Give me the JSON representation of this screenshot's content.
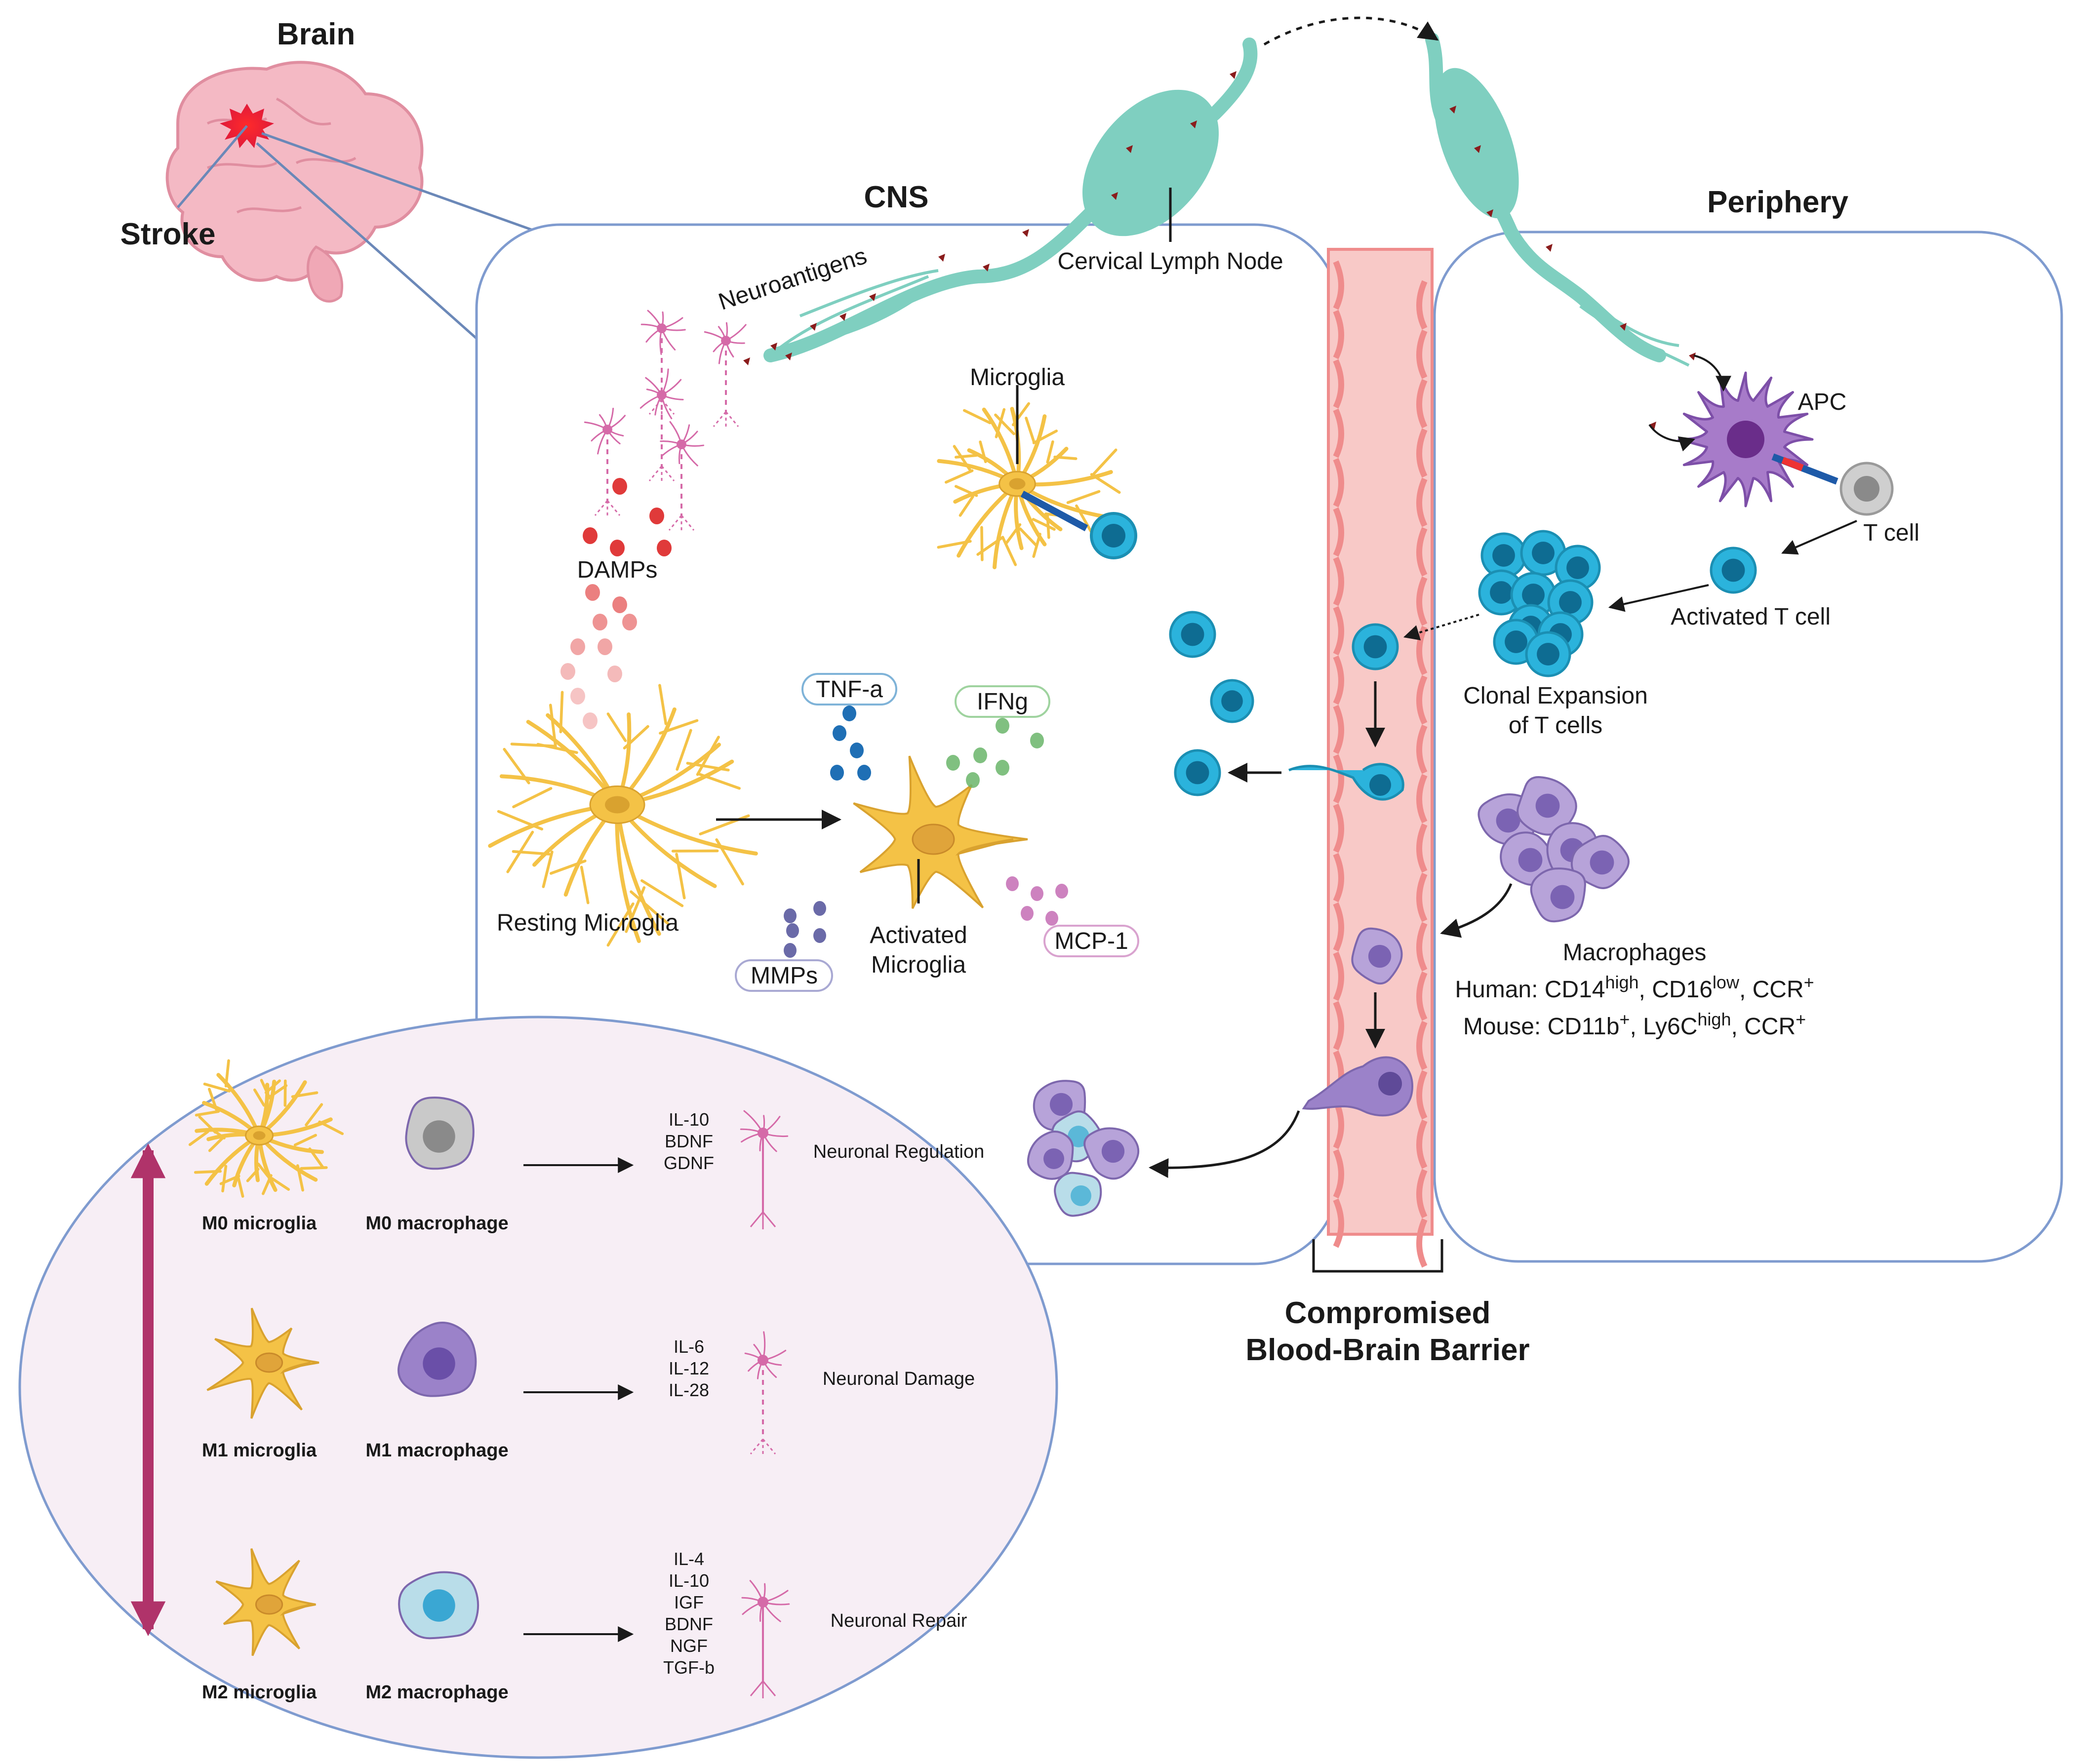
{
  "brain": {
    "title": "Brain",
    "stroke": "Stroke"
  },
  "regions": {
    "cns": "CNS",
    "periphery": "Periphery"
  },
  "lymph": {
    "node": "Cervical Lymph Node",
    "neuroantigens": "Neuroantigens"
  },
  "cns_labels": {
    "microglia": "Microglia",
    "damps": "DAMPs",
    "resting": "Resting Microglia",
    "activated_l1": "Activated",
    "activated_l2": "Microglia"
  },
  "cytokines": {
    "tnf": "TNF-a",
    "ifng": "IFNg",
    "mmps": "MMPs",
    "mcp1": "MCP-1"
  },
  "periphery_labels": {
    "apc": "APC",
    "tcell": "T cell",
    "activated_tcell": "Activated T cell",
    "clonal_l1": "Clonal Expansion",
    "clonal_l2": "of T cells",
    "macrophages": "Macrophages",
    "human_prefix": "Human: CD14",
    "human_sup1": "high",
    "human_mid": ", CD16",
    "human_sup2": "low",
    "human_end": ", CCR",
    "human_sup3": "+",
    "mouse_prefix": "Mouse: CD11b",
    "mouse_sup1": "+",
    "mouse_mid": ", Ly6C",
    "mouse_sup2": "high",
    "mouse_end": ", CCR",
    "mouse_sup3": "+"
  },
  "bbb": {
    "line1": "Compromised",
    "line2": "Blood-Brain Barrier"
  },
  "phenotypes": {
    "rows": [
      {
        "microglia": "M0 microglia",
        "macrophage": "M0 macrophage",
        "factors": [
          "IL-10",
          "BDNF",
          "GDNF"
        ],
        "outcome": "Neuronal Regulation"
      },
      {
        "microglia": "M1 microglia",
        "macrophage": "M1 macrophage",
        "factors": [
          "IL-6",
          "IL-12",
          "IL-28"
        ],
        "outcome": "Neuronal Damage"
      },
      {
        "microglia": "M2 microglia",
        "macrophage": "M2  macrophage",
        "factors": [
          "IL-4",
          "IL-10",
          "IGF",
          "BDNF",
          "NGF",
          "TGF-b"
        ],
        "outcome": "Neuronal Repair"
      }
    ]
  },
  "colors": {
    "panel_border": "#7f9bcf",
    "inset_fill": "#f7eef5",
    "vessel_fill": "#f8c9c7",
    "vessel_cell": "#ef8c8c",
    "lymph": "#7fcfc0",
    "tcell": "#2bb3dc",
    "microglia": "#f4c246",
    "macrophage": "#9b82c9",
    "damp": "#e03a3a",
    "tnf": "#1f6fb5",
    "ifng": "#6ab56a",
    "mmp": "#6a6aa8",
    "mcp": "#c874b8",
    "double_arrow": "#b0336a"
  }
}
